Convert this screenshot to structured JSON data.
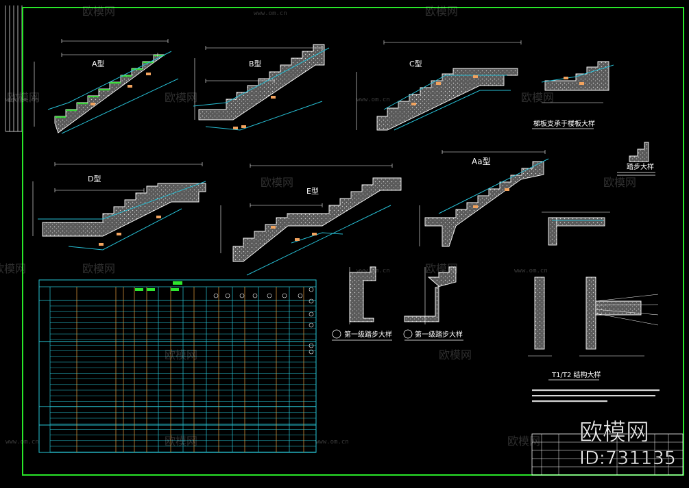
{
  "drawing": {
    "labels": {
      "type_a": "A型",
      "type_b": "B型",
      "type_c": "C型",
      "type_d": "D型",
      "type_e": "E型",
      "type_aa": "Aa型",
      "support_detail": "梯板支承于楼板大样",
      "step_detail": "踏步大样",
      "first_step_1": "第一级踏步大样",
      "first_step_2": "第一级踏步大样",
      "t1t2_detail": "T1/T2 结构大样"
    }
  },
  "watermark": {
    "brand": "欧模网",
    "url": "www.om.cn",
    "id_text": "ID:731135"
  },
  "colors": {
    "border": "#29e629",
    "line": "#ffffff",
    "dim": "#27c0d6",
    "concrete": "#b9b9b9",
    "rebar": "#ff6b6b",
    "table": "#28c8d8",
    "table_col": "#e8a040",
    "green_fill": "#2ee62e"
  }
}
